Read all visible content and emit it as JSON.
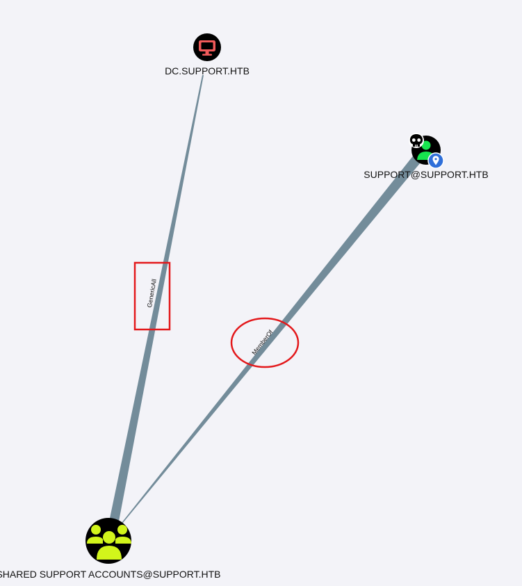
{
  "graph": {
    "nodes": {
      "computer": {
        "label": "DC.SUPPORT.HTB",
        "kind": "Computer",
        "icon": "desktop-monitor-icon",
        "icon_color": "#f05a5a"
      },
      "user": {
        "label": "SUPPORT@SUPPORT.HTB",
        "kind": "User",
        "icon": "user-icon",
        "icon_color": "#17e54f",
        "badges": [
          "skull-icon",
          "location-pin-icon"
        ]
      },
      "group": {
        "label": "SHARED SUPPORT ACCOUNTS@SUPPORT.HTB",
        "kind": "Group",
        "icon": "users-group-icon",
        "icon_color": "#d2f51b"
      }
    },
    "edges": {
      "generic_all": {
        "label": "GenericAll",
        "from": "SHARED SUPPORT ACCOUNTS@SUPPORT.HTB",
        "to": "DC.SUPPORT.HTB"
      },
      "member_of": {
        "label": "MemberOf",
        "from": "SUPPORT@SUPPORT.HTB",
        "to": "SHARED SUPPORT ACCOUNTS@SUPPORT.HTB"
      }
    },
    "colors": {
      "background": "#f3f3f8",
      "edge": "#738c9a",
      "annotation": "#e3181b",
      "node_fill": "#000000"
    }
  }
}
